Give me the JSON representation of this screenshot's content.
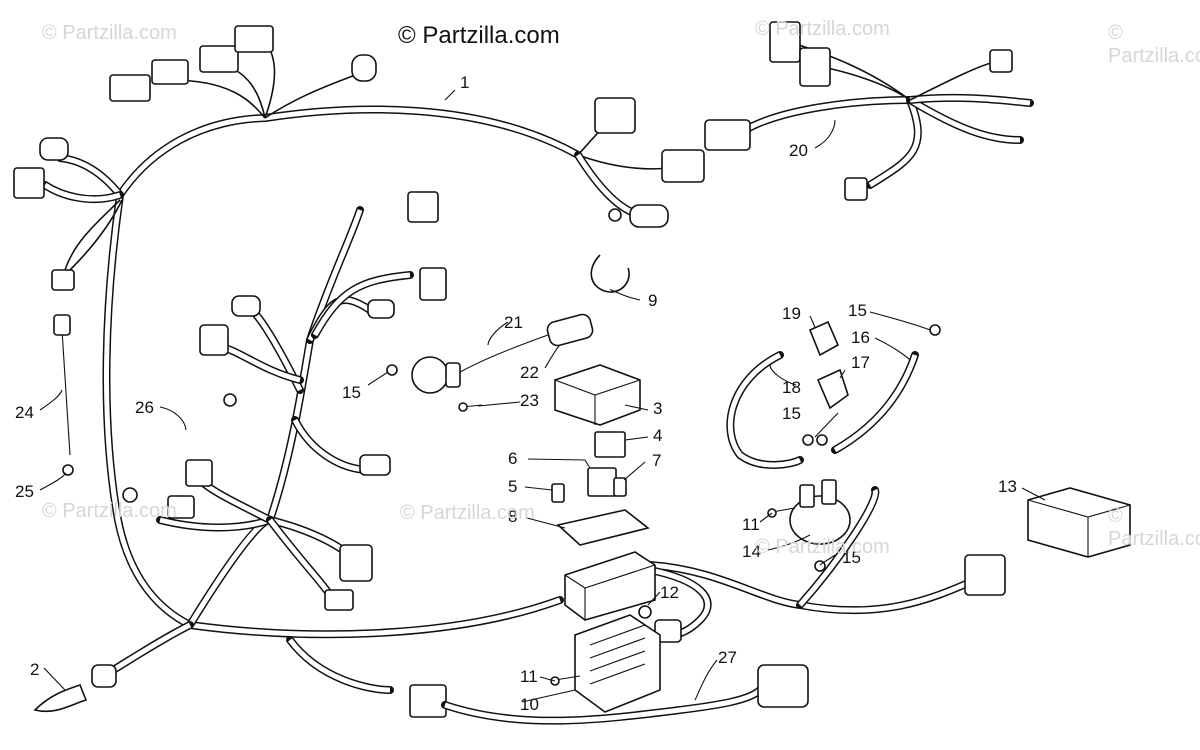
{
  "copyright": "© Partzilla.com",
  "watermark": "© Partzilla.com",
  "callouts": [
    {
      "id": "c1",
      "text": "1"
    },
    {
      "id": "c2",
      "text": "2"
    },
    {
      "id": "c3",
      "text": "3"
    },
    {
      "id": "c4",
      "text": "4"
    },
    {
      "id": "c5",
      "text": "5"
    },
    {
      "id": "c6",
      "text": "6"
    },
    {
      "id": "c7",
      "text": "7"
    },
    {
      "id": "c8",
      "text": "8"
    },
    {
      "id": "c9",
      "text": "9"
    },
    {
      "id": "c10",
      "text": "10"
    },
    {
      "id": "c11a",
      "text": "11"
    },
    {
      "id": "c11b",
      "text": "11"
    },
    {
      "id": "c12",
      "text": "12"
    },
    {
      "id": "c13",
      "text": "13"
    },
    {
      "id": "c14",
      "text": "14"
    },
    {
      "id": "c15a",
      "text": "15"
    },
    {
      "id": "c15b",
      "text": "15"
    },
    {
      "id": "c15c",
      "text": "15"
    },
    {
      "id": "c15d",
      "text": "15"
    },
    {
      "id": "c16",
      "text": "16"
    },
    {
      "id": "c17",
      "text": "17"
    },
    {
      "id": "c18",
      "text": "18"
    },
    {
      "id": "c19",
      "text": "19"
    },
    {
      "id": "c20",
      "text": "20"
    },
    {
      "id": "c21",
      "text": "21"
    },
    {
      "id": "c22",
      "text": "22"
    },
    {
      "id": "c23",
      "text": "23"
    },
    {
      "id": "c24",
      "text": "24"
    },
    {
      "id": "c25",
      "text": "25"
    },
    {
      "id": "c26",
      "text": "26"
    },
    {
      "id": "c27",
      "text": "27"
    }
  ]
}
